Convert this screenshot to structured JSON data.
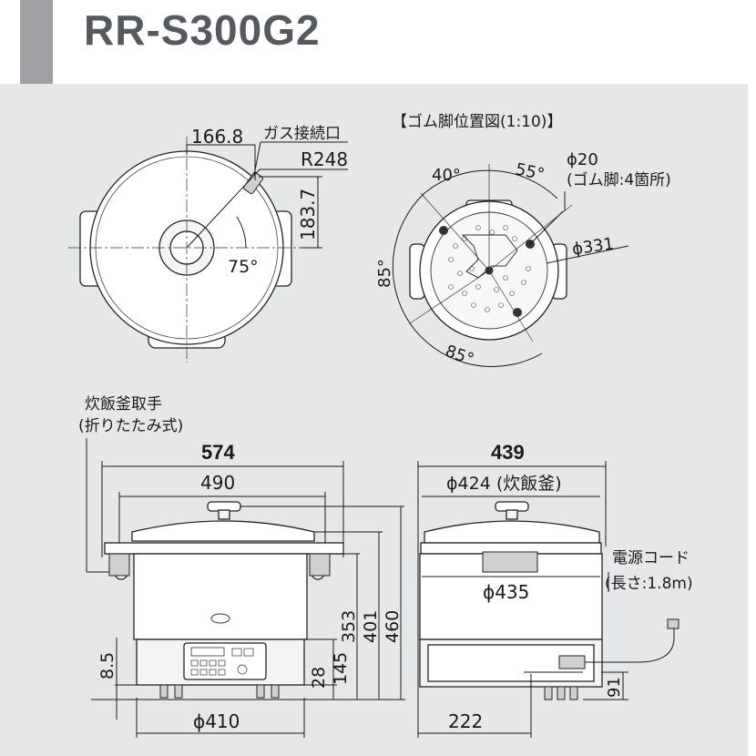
{
  "header": {
    "model": "RR-S300G2"
  },
  "top_view": {
    "dim_offset": "166.8",
    "gas_inlet_label": "ガス接続口",
    "radius": "R248",
    "depth_offset": "183.7",
    "angle": "75°"
  },
  "rubber_feet": {
    "title": "【ゴム脚位置図(1:10)】",
    "angle_top_left": "40°",
    "angle_top_right": "55°",
    "foot_diameter": "ϕ20",
    "foot_note": "(ゴム脚:4箇所)",
    "circle_diameter": "ϕ331",
    "angle_left": "85°",
    "angle_bottom": "85°"
  },
  "front_view": {
    "handle_label": "炊飯釜取手",
    "handle_note": "(折りたたみ式)",
    "overall_width": "574",
    "inner_width": "490",
    "height_353": "353",
    "height_401": "401",
    "height_460": "460",
    "base_height": "8.5",
    "foot_28": "28",
    "height_145": "145",
    "base_diameter": "ϕ410"
  },
  "side_view": {
    "overall_width": "439",
    "pot_diameter": "ϕ424 (炊飯釜)",
    "body_diameter": "ϕ435",
    "cord_label": "電源コード",
    "cord_length": "(長さ:1.8m)",
    "depth_222": "222",
    "height_91": "91"
  }
}
